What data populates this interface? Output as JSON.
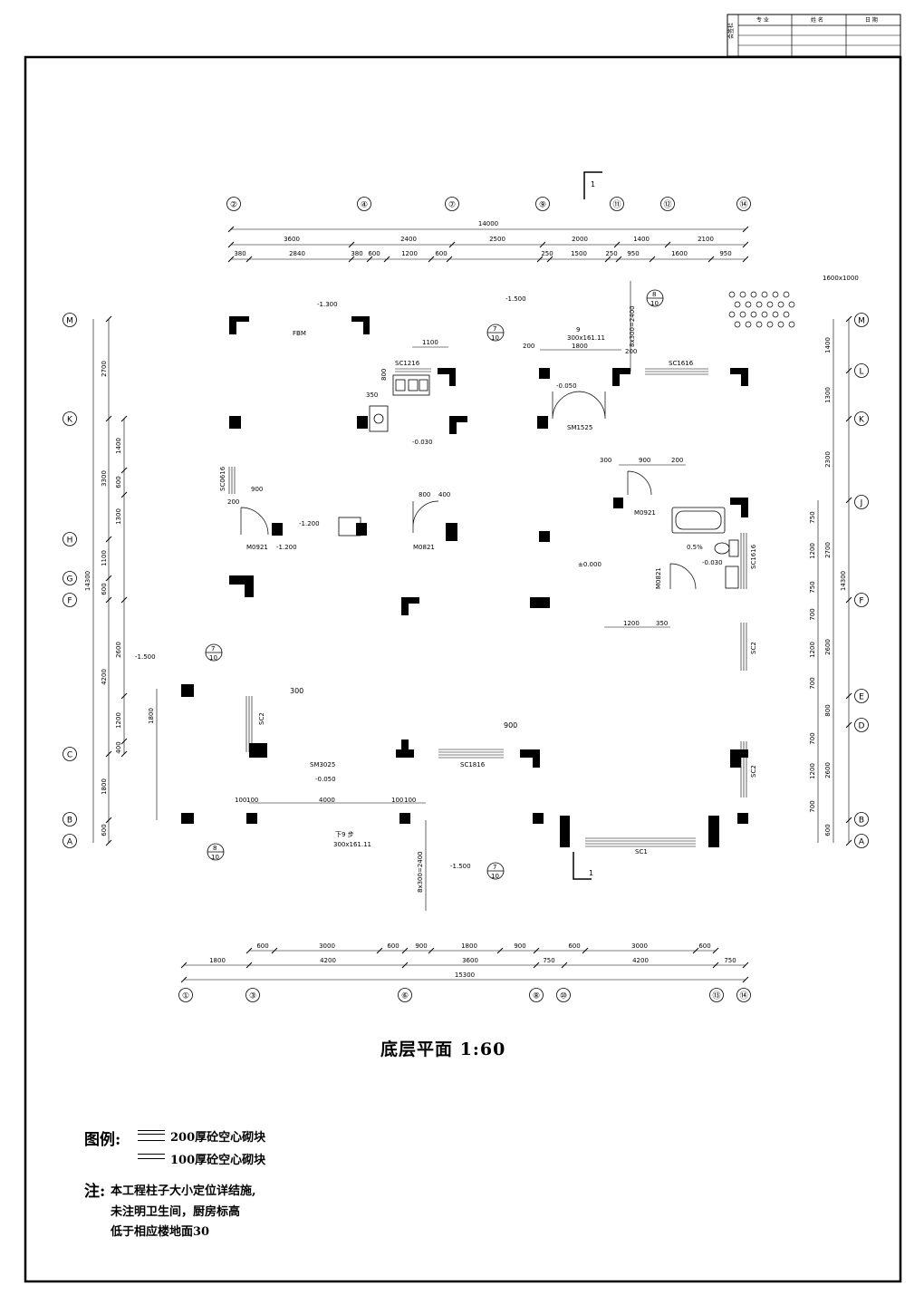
{
  "title_block": {
    "stamp": "会签栏",
    "col1": "专 业",
    "col2": "姓 名",
    "col3": "日 期"
  },
  "drawing_title": "底层平面 1:60",
  "section_mark": "1",
  "axes_top": [
    "②",
    "④",
    "⑦",
    "⑨",
    "⑪",
    "⑫",
    "⑭"
  ],
  "axes_bottom": [
    "①",
    "③",
    "⑥",
    "⑧",
    "⑩",
    "⑬",
    "⑭"
  ],
  "axes_left": [
    "M",
    "K",
    "H",
    "G",
    "F",
    "C",
    "B",
    "A"
  ],
  "axes_right": [
    "M",
    "L",
    "K",
    "J",
    "F",
    "E",
    "D",
    "B",
    "A"
  ],
  "dims": {
    "top_total": "14000",
    "top_row1": [
      "3600",
      "2400",
      "2500",
      "2000",
      "1400",
      "2100"
    ],
    "top_row2": [
      "380",
      "2840",
      "380",
      "600",
      "1200",
      "600",
      "250",
      "1500",
      "250",
      "950",
      "1600",
      "950"
    ],
    "bottom_total": "15300",
    "bottom_row1": [
      "1800",
      "4200",
      "3600",
      "750",
      "4200",
      "750"
    ],
    "bottom_row2": [
      "600",
      "3000",
      "600",
      "900",
      "1800",
      "900",
      "600",
      "3000",
      "600"
    ],
    "left_total": "14300",
    "left_row1": [
      "2700",
      "3300",
      "1100",
      "600",
      "4200",
      "1800",
      "600"
    ],
    "left_row2": [
      "1400",
      "600",
      "1300",
      "2600",
      "1200",
      "400",
      "1800"
    ],
    "right_total": "14300",
    "right_row1": [
      "1400",
      "1300",
      "2300",
      "2700",
      "2600",
      "800",
      "2600",
      "600"
    ],
    "right_row2": [
      "750",
      "1200",
      "750",
      "700",
      "1200",
      "700",
      "700",
      "1200",
      "700"
    ]
  },
  "labels": {
    "fbm": "FBM",
    "elev1": "-1.300",
    "elev2": "-1.500",
    "elev3": "-0.030",
    "elev4": "-0.050",
    "elev5": "-1.200",
    "elev6": "±0.000",
    "elev7": "-0.030",
    "elev8": "-1.500",
    "elev9": "-0.050",
    "elev10": "-1.500",
    "stair_top": "9",
    "stair_top_spec": "300x161.11",
    "stair_top_dim": "1800",
    "stair_top_v": "8x300=2400",
    "stair_bottom": "下9 步",
    "stair_bottom_spec": "300x161.11",
    "stair_bottom_v": "8x300=2400",
    "sc1216": "SC1216",
    "sc1616": "SC1616",
    "sm1525": "SM1525",
    "sc0616": "SC0616",
    "m0921_a": "M0921",
    "m0821": "M0821",
    "m0921_b": "M0921",
    "m0821b": "M0821",
    "sc1616b": "SC1616",
    "sc2_a": "SC2",
    "sc2_b": "SC2",
    "sc2_c": "SC2",
    "sm3025": "SM3025",
    "sc1816": "SC1816",
    "sc1": "SC1",
    "d300": "300",
    "d900": "900",
    "d1100": "1100",
    "d350": "350",
    "d800": "800",
    "d200": "200",
    "d300b": "300",
    "d900b": "900",
    "d200b": "200",
    "d900c": "900",
    "d800b": "800",
    "d400": "400",
    "d1200": "1200",
    "d350b": "350",
    "d4000": "4000",
    "d100": "100",
    "slope": "0.5%",
    "hatch_size": "1600x1000",
    "idx_num": "7",
    "idx_den": "10",
    "idx_num2": "8"
  },
  "legend": {
    "head": "图例:",
    "item1": "200厚砼空心砌块",
    "item2": "100厚砼空心砌块"
  },
  "notes": {
    "head": "注:",
    "line1": "本工程柱子大小定位详结施,",
    "line2": "未注明卫生间，厨房标高",
    "line3": "低于相应楼地面30"
  }
}
